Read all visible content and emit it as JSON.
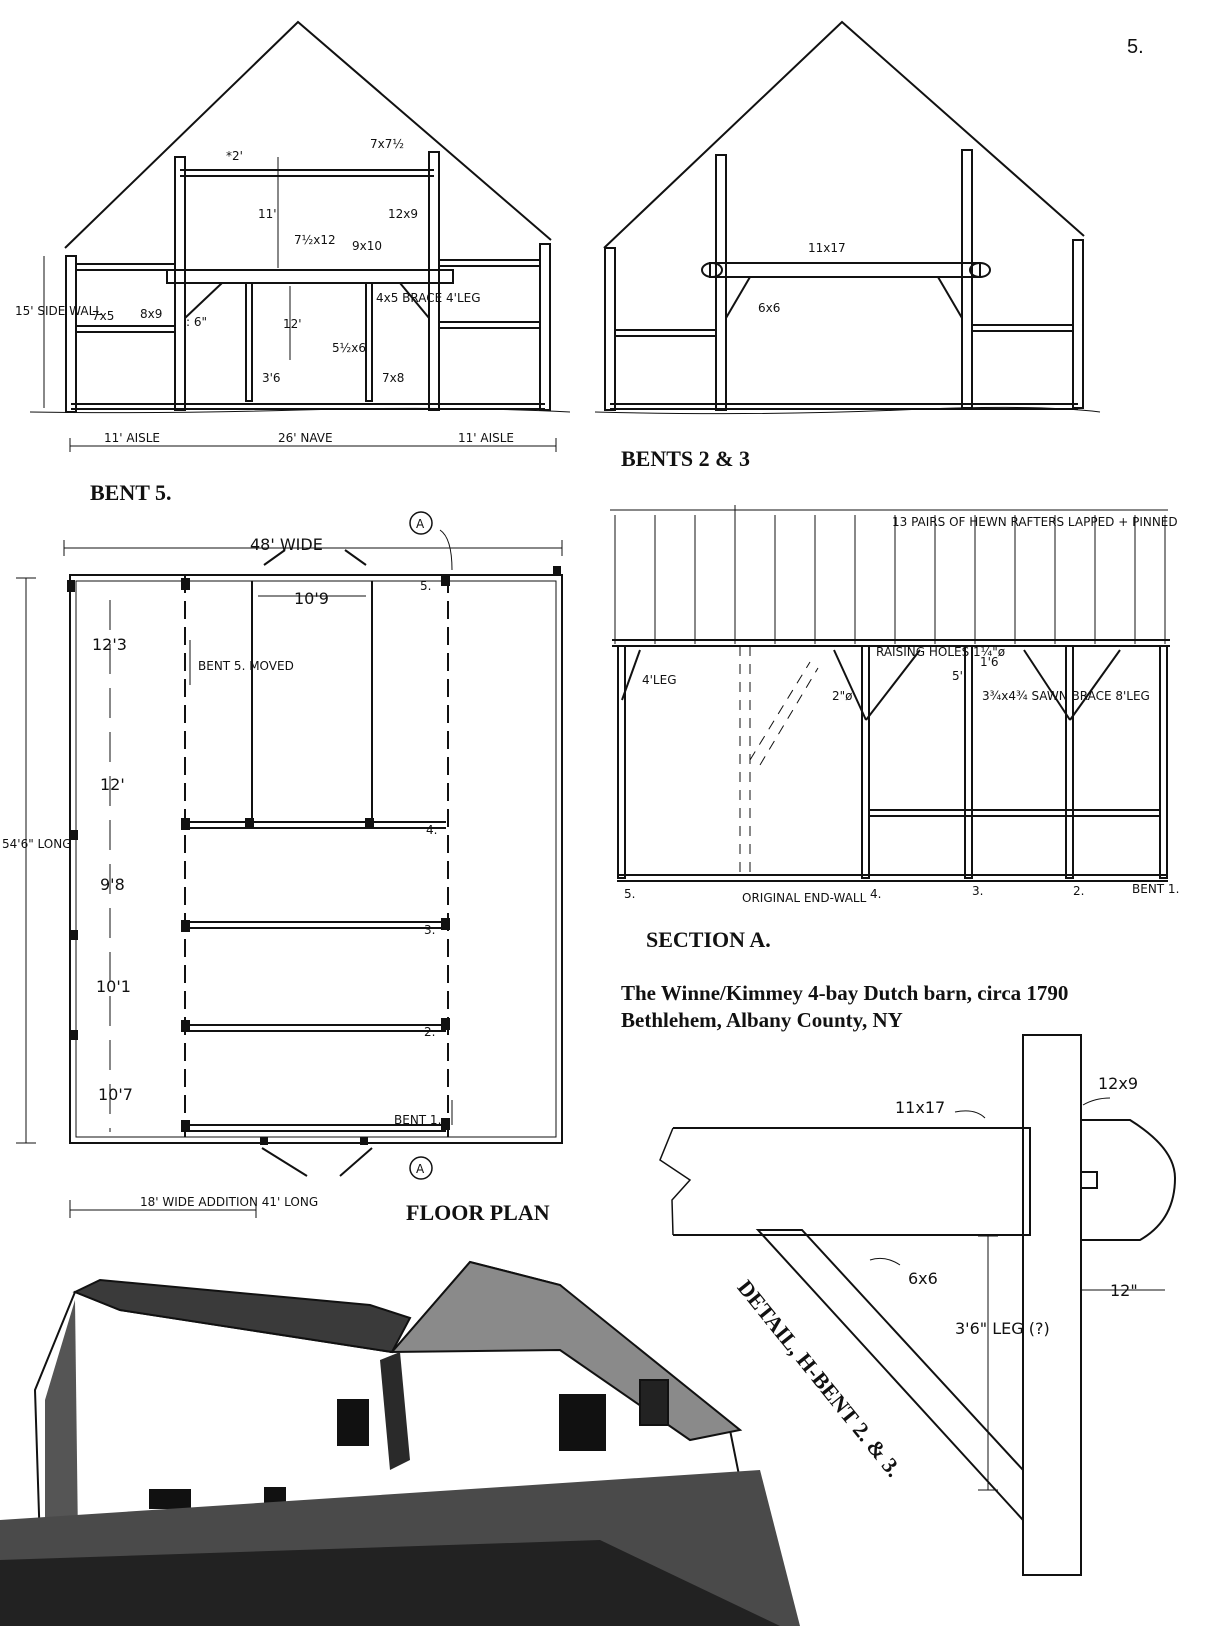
{
  "page_number": "5.",
  "captions": {
    "bent5": "BENT 5.",
    "bents23": "BENTS 2 & 3",
    "section_a": "SECTION A.",
    "floor_plan": "FLOOR PLAN",
    "detail": "DETAIL, H-BENT 2. & 3.",
    "barn_title_line1": "The Winne/Kimmey 4-bay Dutch barn, circa 1790",
    "barn_title_line2": "Bethlehem, Albany County, NY"
  },
  "bent5_labels": {
    "side_wall": "15' SIDE WALL",
    "aisle_left": "11' AISLE",
    "nave": "26' NAVE",
    "aisle_right": "11' AISLE",
    "tie_7x7": "7x7½",
    "x2": "*2'",
    "h11": "11'",
    "beam_7x12": "7½x12",
    "post_12x9": "12x9",
    "beam_9x10": "9x10",
    "girt_7x5": "7x5",
    "girt_8x9": "8x9",
    "gap_6": ": 6\"",
    "h12": "12'",
    "brace_4x5": "4x5 BRACE 4'LEG",
    "post_5x6": "5½x6",
    "h3_6": "3'6",
    "sill_7x8": "7x8"
  },
  "bents23_labels": {
    "beam_11x17": "11x17",
    "brace_6x6": "6x6"
  },
  "floor_labels": {
    "wide_48": "48' WIDE",
    "marker_a": "A",
    "span_10_9": "10'9",
    "bent5_moved": "BENT 5. MOVED",
    "bay_12_3": "12'3",
    "bay_12": "12'",
    "bay_9_8": "9'8",
    "bay_10_1": "10'1",
    "bay_10_7": "10'7",
    "long": "54'6\" LONG",
    "addition": "18' WIDE ADDITION 41' LONG",
    "bent_5": "5.",
    "bent_4": "4.",
    "bent_3": "3.",
    "bent_2": "2.",
    "bent_1": "BENT 1."
  },
  "section_labels": {
    "rafters": "13 PAIRS OF HEWN RAFTERS LAPPED + PINNED",
    "leg4": "4'LEG",
    "raising": "RAISING HOLES 1¼\"ø",
    "dim_2": "2\"ø",
    "dim_16": "1'6",
    "dim_5": "5'",
    "brace_sawn": "3¾x4¾ SAWN BRACE 8'LEG",
    "orig_wall": "ORIGINAL END-WALL",
    "n5": "5.",
    "n4": "4.",
    "n3": "3.",
    "n2": "2.",
    "n1": "BENT 1."
  },
  "detail_labels": {
    "beam": "11x17",
    "post": "12x9",
    "brace": "6x6",
    "leg": "3'6\" LEG (?)",
    "width": "12\""
  }
}
